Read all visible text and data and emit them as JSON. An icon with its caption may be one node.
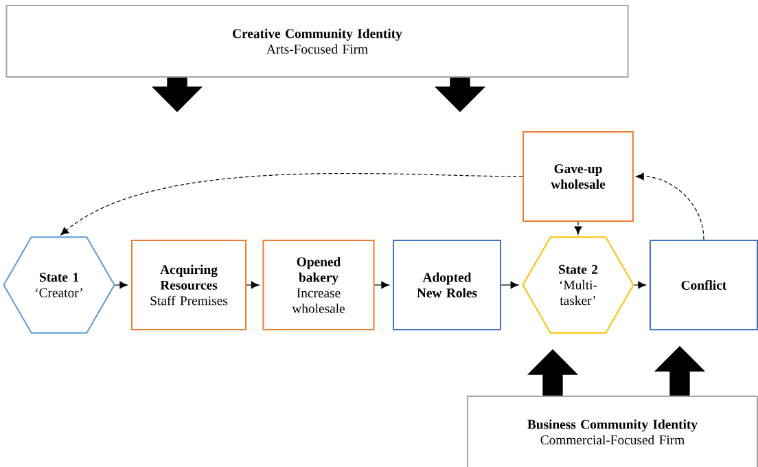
{
  "diagram": {
    "nodes": [
      {
        "text": [
          "Creative Community Identity",
          "Arts-Focused Firm"
        ]
      },
      {
        "text": [
          "Gave-up wholesale"
        ]
      },
      {
        "text": [
          "State 1",
          "‘Creator’"
        ]
      },
      {
        "text": [
          "Acquiring Resources",
          "Staff Premises"
        ]
      },
      {
        "text": [
          "Opened bakery",
          "Increase wholesale"
        ]
      },
      {
        "text": [
          "Adopted New Roles"
        ]
      },
      {
        "text": [
          "State 2",
          "‘Multi-tasker’"
        ]
      },
      {
        "text": [
          "Conflict"
        ]
      },
      {
        "text": [
          "Business Community Identity",
          "Commercial-Focused Firm"
        ]
      }
    ],
    "edges": [
      {
        "from": 0,
        "to": null,
        "arrow": "to",
        "style": "thick"
      },
      {
        "from": 0,
        "to": null,
        "arrow": "to",
        "style": "thick"
      },
      {
        "from": 1,
        "to": 2,
        "arrow": "to",
        "style": "dashed"
      },
      {
        "from": 1,
        "to": 6,
        "arrow": "to",
        "style": "dashed"
      },
      {
        "from": 2,
        "to": 3,
        "arrow": "to"
      },
      {
        "from": 3,
        "to": 4,
        "arrow": "to"
      },
      {
        "from": 4,
        "to": 5,
        "arrow": "to"
      },
      {
        "from": 5,
        "to": 6,
        "arrow": "to"
      },
      {
        "from": 6,
        "to": 7,
        "arrow": "to"
      },
      {
        "from": 7,
        "to": 1,
        "arrow": "to",
        "style": "dashed"
      },
      {
        "from": 8,
        "to": 6,
        "arrow": "to",
        "style": "thick"
      },
      {
        "from": 8,
        "to": 7,
        "arrow": "to",
        "style": "thick"
      }
    ]
  }
}
